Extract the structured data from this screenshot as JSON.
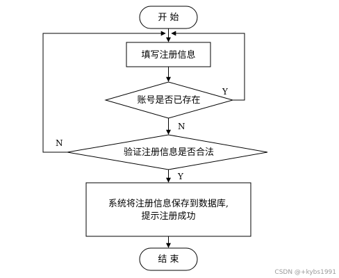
{
  "flowchart": {
    "start": "开 始",
    "fill_info": "填写注册信息",
    "account_exists": "账号是否已存在",
    "validate": "验证注册信息是否合法",
    "save_line1": "系统将注册信息保存到数据库,",
    "save_line2": "提示注册成功",
    "end": "结 束",
    "label_exists_yes": "Y",
    "label_exists_no": "N",
    "label_valid_no": "N",
    "label_valid_yes": "Y"
  },
  "watermark": "CSDN @+kybs1991"
}
